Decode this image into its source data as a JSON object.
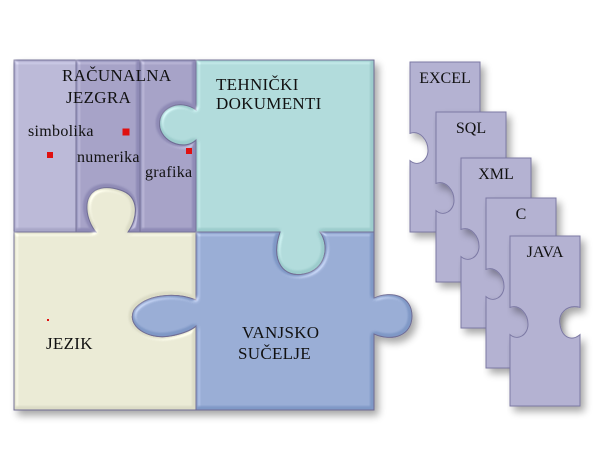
{
  "puzzle": {
    "core": {
      "line1": "RAČUNALNA",
      "line2": "JEZGRA"
    },
    "symbolic": "simbolika",
    "numeric": "numerika",
    "graphics": "grafika",
    "techdocs": {
      "line1": "TEHNIČKI",
      "line2": "DOKUMENTI"
    },
    "language": "JEZIK",
    "interface": {
      "line1": "VANJSKO",
      "line2": "SUČELJE"
    }
  },
  "cards": [
    "EXCEL",
    "SQL",
    "XML",
    "C",
    "JAVA"
  ],
  "colors": {
    "lavender": "#a8a6c8",
    "lavender_dark": "#8f8bb6",
    "teal": "#9ccccc",
    "beige": "#dcdcc6",
    "blue": "#7f98c6",
    "card": "#b4b2d2",
    "marker": "#e01010"
  }
}
